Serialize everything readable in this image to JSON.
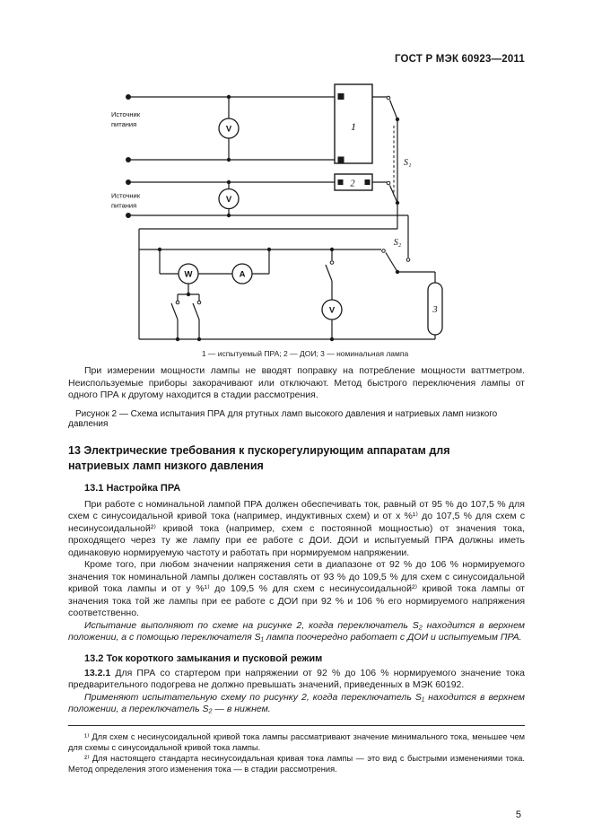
{
  "header": {
    "title": "ГОСТ Р МЭК 60923—2011"
  },
  "figure": {
    "labels": {
      "source1_line1": "Источник",
      "source1_line2": "питания",
      "source2_line1": "Источник",
      "source2_line2": "питания",
      "voltmeter1": "V",
      "voltmeter2": "V",
      "voltmeter3": "V",
      "wattmeter": "W",
      "ammeter": "A",
      "block1": "1",
      "block2": "2",
      "lamp": "3",
      "switch1": "S₁",
      "switch2": "S₂"
    },
    "legend": "1 — испытуемый ПРА; 2 — ДОИ; 3 — номинальная лампа",
    "caption": "Рисунок 2 — Схема испытания ПРА для ртутных ламп высокого давления и натриевых ламп низкого давления"
  },
  "paragraphs": {
    "measurement_note": "При измерении мощности лампы не вводят поправку на потребление мощности ваттметром. Неиспользуемые приборы закорачивают или отключают. Метод быстрого переключения лампы от одного ПРА к другому находится в стадии рассмотрения."
  },
  "section13": {
    "heading": "13 Электрические требования к пускорегулирующим аппаратам для натриевых ламп низкого давления",
    "sub131": {
      "heading": "13.1 Настройка ПРА",
      "p1": "При работе с номинальной лампой ПРА должен обеспечивать ток, равный от 95 % до 107,5 % для схем с синусоидальной кривой тока (например, индуктивных схем) и от х %¹⁾ до 107,5 % для схем с несинусоидальной²⁾ кривой тока (например, схем с постоянной мощностью) от значения тока, проходящего через ту же лампу при ее работе с ДОИ. ДОИ и испытуемый ПРА должны иметь одинаковую нормируемую частоту и работать при нормируемом напряжении.",
      "p2": "Кроме того, при любом значении напряжения сети в диапазоне от 92 % до 106 % нормируемого значения ток номинальной лампы должен составлять от 93 % до 109,5 % для схем с синусоидальной кривой тока лампы и от у %¹⁾ до 109,5 % для схем с несинусоидальной²⁾ кривой тока лампы от значения тока той же лампы при ее работе с ДОИ при 92 % и 106 % его нормируемого напряжения соответственно.",
      "p3_italic": "Испытание выполняют по схеме на рисунке 2, когда переключатель S₂ находится в верхнем положении, а с помощью переключателя S₁ лампа поочередно работает с ДОИ и испытуемым ПРА."
    },
    "sub132": {
      "heading": "13.2 Ток короткого замыкания и пусковой режим",
      "clause_number": "13.2.1",
      "clause_text": "Для ПРА со стартером при напряжении от 92 % до 106 % нормируемого значение тока предварительного подогрева не должно превышать значений, приведенных в МЭК 60192.",
      "p_italic": "Применяют испытательную схему по рисунку 2, когда переключатель S₁ находится в верхнем положении, а переключатель S₂ — в нижнем."
    }
  },
  "footnotes": {
    "f1": "¹⁾ Для схем с несинусоидальной кривой тока лампы рассматривают значение минимального тока, меньшее чем для схемы с синусоидальной кривой тока лампы.",
    "f2": "²⁾ Для настоящего стандарта несинусоидальная кривая тока лампы — это вид с быстрыми изменениями тока. Метод определения этого изменения тока — в стадии рассмотрения."
  },
  "page_number": "5"
}
